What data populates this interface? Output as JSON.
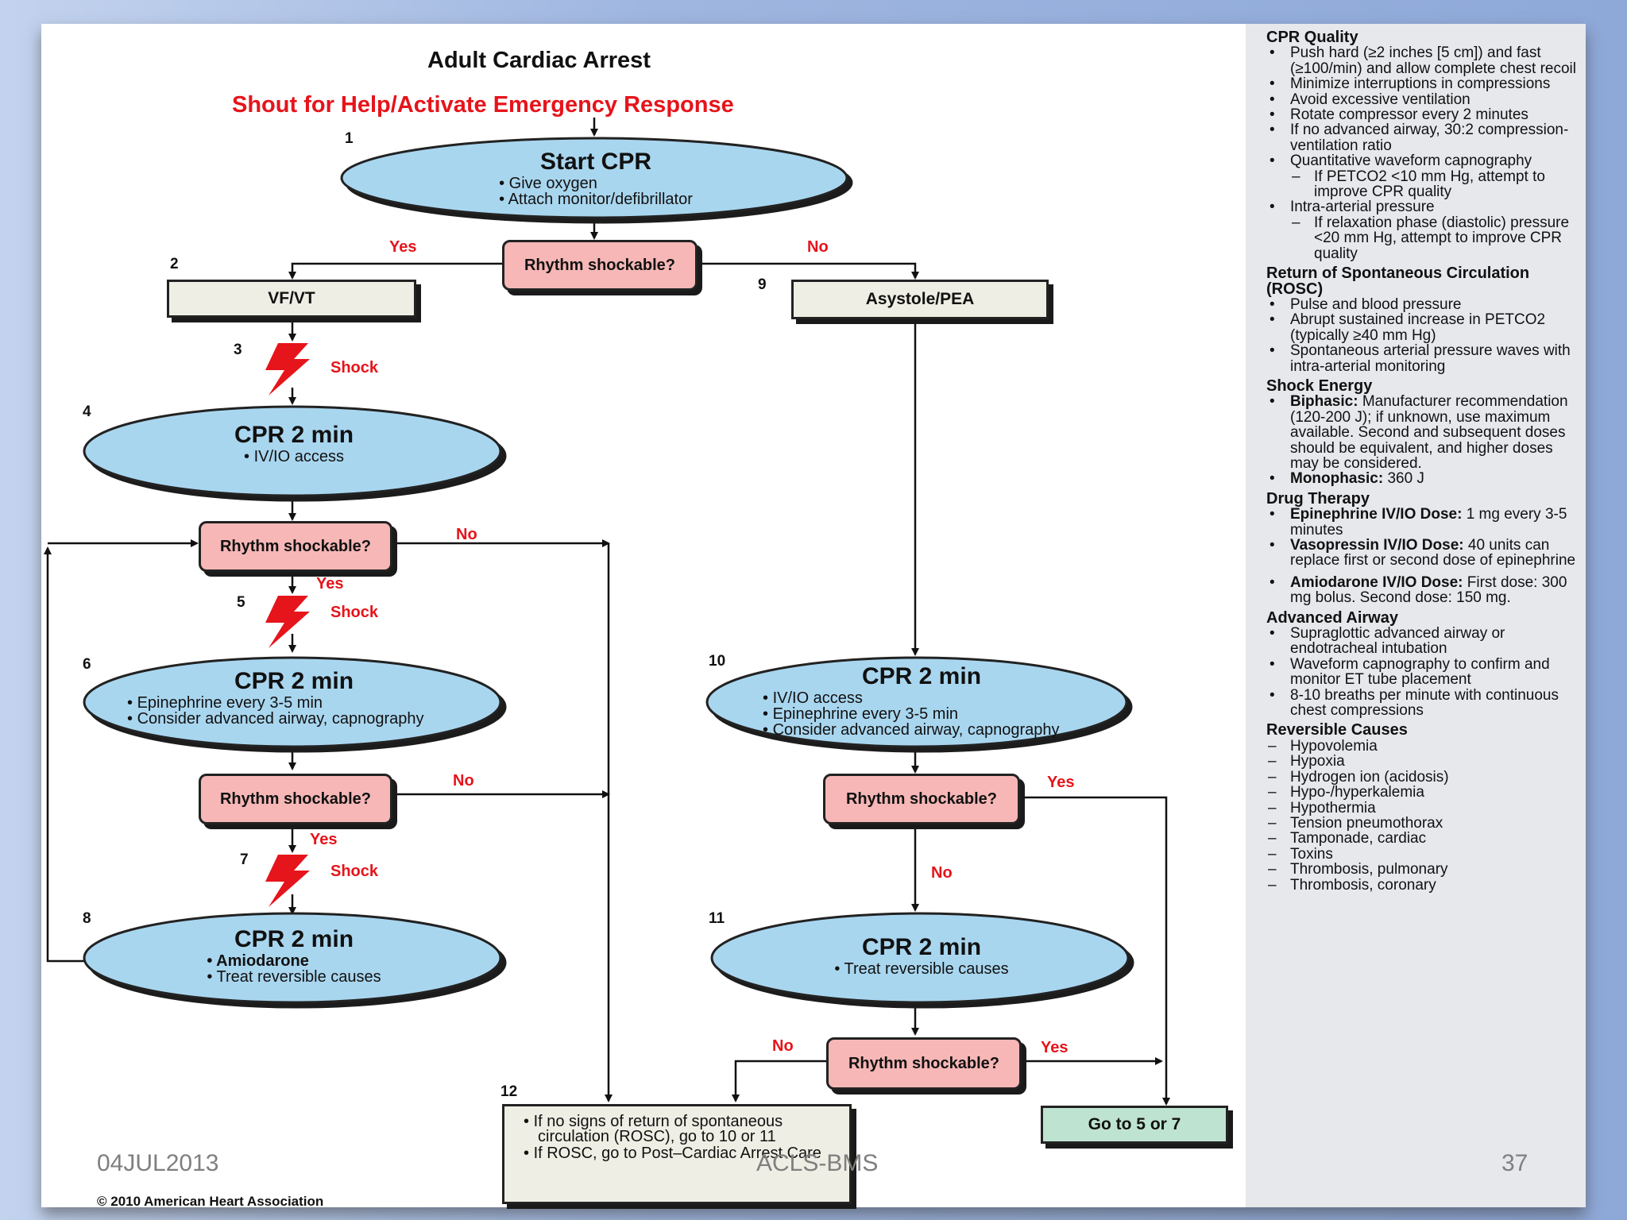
{
  "title": "Adult Cardiac Arrest",
  "subtitle": "Shout for Help/Activate Emergency Response",
  "labels": {
    "yes": "Yes",
    "no": "No",
    "shock": "Shock",
    "decision": "Rhythm shockable?"
  },
  "steps": {
    "start_cpr": {
      "num": "1",
      "title": "Start CPR",
      "items": [
        "Give oxygen",
        "Attach monitor/defibrillator"
      ]
    },
    "vfvt": {
      "num": "2",
      "label": "VF/VT"
    },
    "shock3": {
      "num": "3"
    },
    "cpr4": {
      "num": "4",
      "title": "CPR 2 min",
      "items": [
        "IV/IO access"
      ]
    },
    "shock5": {
      "num": "5"
    },
    "cpr6": {
      "num": "6",
      "title": "CPR 2 min",
      "items": [
        "Epinephrine every 3-5 min",
        "Consider advanced airway, capnography"
      ]
    },
    "shock7": {
      "num": "7"
    },
    "cpr8": {
      "num": "8",
      "title": "CPR 2 min",
      "items": [
        "Amiodarone",
        "Treat reversible causes"
      ]
    },
    "asystole": {
      "num": "9",
      "label": "Asystole/PEA"
    },
    "cpr10": {
      "num": "10",
      "title": "CPR 2 min",
      "items": [
        "IV/IO access",
        "Epinephrine every 3-5 min",
        "Consider advanced airway, capnography"
      ]
    },
    "cpr11": {
      "num": "11",
      "title": "CPR 2 min",
      "items": [
        "Treat reversible causes"
      ]
    },
    "box12": {
      "num": "12",
      "items": [
        "If no signs of return of spontaneous circulation (ROSC), go to 10 or 11",
        "If ROSC, go to Post–Cardiac Arrest Care"
      ]
    },
    "goto": {
      "label": "Go to 5 or 7"
    }
  },
  "sidebar": {
    "cpr_quality": {
      "heading": "CPR Quality",
      "items": [
        "Push hard (≥2 inches [5 cm]) and fast (≥100/min) and allow complete chest recoil",
        "Minimize interruptions in compressions",
        "Avoid excessive ventilation",
        "Rotate compressor every 2 minutes",
        "If no advanced airway, 30:2 compression-ventilation ratio",
        "Quantitative waveform capnography"
      ],
      "capno_sub": "If PETCO2 <10 mm Hg, attempt to improve CPR quality",
      "intra_arterial": "Intra-arterial pressure",
      "intra_sub": "If relaxation phase (diastolic) pressure <20 mm Hg, attempt to improve CPR quality"
    },
    "rosc": {
      "heading": "Return of Spontaneous Circulation (ROSC)",
      "items": [
        "Pulse and blood pressure",
        "Abrupt sustained increase in PETCO2 (typically ≥40 mm Hg)",
        "Spontaneous arterial pressure waves with intra-arterial monitoring"
      ]
    },
    "shock_energy": {
      "heading": "Shock Energy",
      "biphasic_label": "Biphasic:",
      "biphasic_text": "Manufacturer recommendation (120-200 J); if unknown, use maximum available. Second and subsequent doses should be equivalent, and higher doses may be considered.",
      "monophasic_label": "Monophasic:",
      "monophasic_text": "360 J"
    },
    "drug_therapy": {
      "heading": "Drug Therapy",
      "epi_label": "Epinephrine IV/IO Dose:",
      "epi_text": "1 mg every 3-5 minutes",
      "vaso_label": "Vasopressin IV/IO Dose:",
      "vaso_text": "40 units can replace first or second dose of epinephrine",
      "amio_label": "Amiodarone IV/IO Dose:",
      "amio_text": "First dose: 300 mg bolus. Second dose: 150 mg."
    },
    "advanced_airway": {
      "heading": "Advanced Airway",
      "items": [
        "Supraglottic advanced airway or endotracheal intubation",
        "Waveform capnography to confirm and monitor ET tube placement",
        "8-10 breaths per minute with continuous chest compressions"
      ]
    },
    "reversible_causes": {
      "heading": "Reversible Causes",
      "items": [
        "Hypovolemia",
        "Hypoxia",
        "Hydrogen ion (acidosis)",
        "Hypo-/hyperkalemia",
        "Hypothermia",
        "Tension pneumothorax",
        "Tamponade, cardiac",
        "Toxins",
        "Thrombosis, pulmonary",
        "Thrombosis, coronary"
      ]
    }
  },
  "copyright": "© 2010 American Heart Association",
  "footer": {
    "date": "04JUL2013",
    "center": "ACLS-BMS",
    "page": "37"
  },
  "colors": {
    "ellipse": "#a9d6ef",
    "decision": "#f6b7b6",
    "rect": "#eeeee4",
    "green": "#bfe3d1",
    "red": "#e6141b",
    "panel": "#e7e8ec"
  }
}
